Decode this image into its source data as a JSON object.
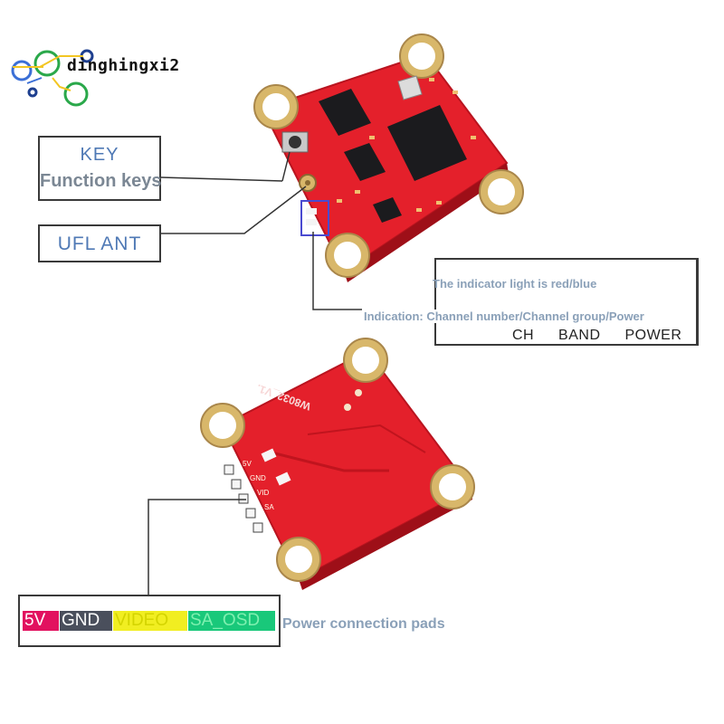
{
  "brand": {
    "watermark": "dinghingxi2",
    "ring_colors": [
      "#3b6fd6",
      "#2aa84a",
      "#f3c623",
      "#1e3f8f"
    ]
  },
  "callouts": {
    "key": {
      "title": "KEY",
      "subtitle": "Function keys"
    },
    "antenna": {
      "label": "UFL ANT"
    },
    "indicator": {
      "line1": "The indicator light is red/blue",
      "line2": "Indication: Channel number/Channel group/Power",
      "line3": "CH BAND POWER"
    },
    "pads": {
      "labels": [
        {
          "text": "5V",
          "bg": "#e2115f",
          "color": "#ffffff"
        },
        {
          "text": "GND",
          "bg": "#4a4f5c",
          "color": "#ffffff"
        },
        {
          "text": "VIDEO",
          "bg": "#f1ee21",
          "color": "#e6e600"
        },
        {
          "text": "SA_OSD",
          "bg": "#19c87a",
          "color": "#2fe07f"
        }
      ],
      "caption": "Power connection pads"
    }
  },
  "board_back": {
    "silkscreen_model": "W8032_V1.",
    "pad_names": [
      "5V",
      "GND",
      "VID",
      "SA"
    ]
  },
  "colors": {
    "pcb_red": "#e4202b",
    "pcb_dark_red": "#b9141f",
    "gold": "#d8b76a",
    "callout_blue": "#4f79b5",
    "led_frame": "#4a4ad0"
  }
}
